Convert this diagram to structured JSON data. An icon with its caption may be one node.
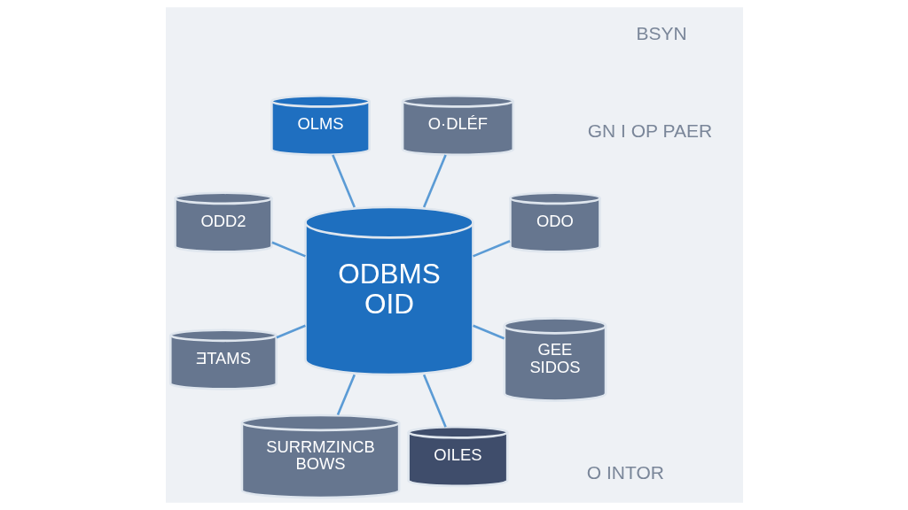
{
  "diagram": {
    "nodes": [
      {
        "text": [
          "ODBMS",
          "OID"
        ]
      },
      {
        "text": [
          "ODO"
        ]
      },
      {
        "text": [
          "O·DLÉF"
        ]
      },
      {
        "text": [
          "OLMS"
        ]
      },
      {
        "text": [
          "ODD2"
        ]
      },
      {
        "text": [
          "ƎTAMS"
        ]
      },
      {
        "text": [
          "SURRMZINCB",
          "BOWS"
        ]
      },
      {
        "text": [
          "OILES"
        ]
      },
      {
        "text": [
          "GEE",
          "SIDOS"
        ]
      }
    ],
    "edges": [
      {
        "from": 0,
        "to": 1,
        "arrow": "none"
      },
      {
        "from": 0,
        "to": 2,
        "arrow": "none"
      },
      {
        "from": 0,
        "to": 3,
        "arrow": "none"
      },
      {
        "from": 0,
        "to": 4,
        "arrow": "none"
      },
      {
        "from": 0,
        "to": 5,
        "arrow": "none"
      },
      {
        "from": 0,
        "to": 6,
        "arrow": "none"
      },
      {
        "from": 0,
        "to": 7,
        "arrow": "none"
      },
      {
        "from": 0,
        "to": 8,
        "arrow": "none"
      }
    ],
    "labels": [
      "BSYN",
      "GN I OP PAER",
      "O INTOR"
    ]
  }
}
